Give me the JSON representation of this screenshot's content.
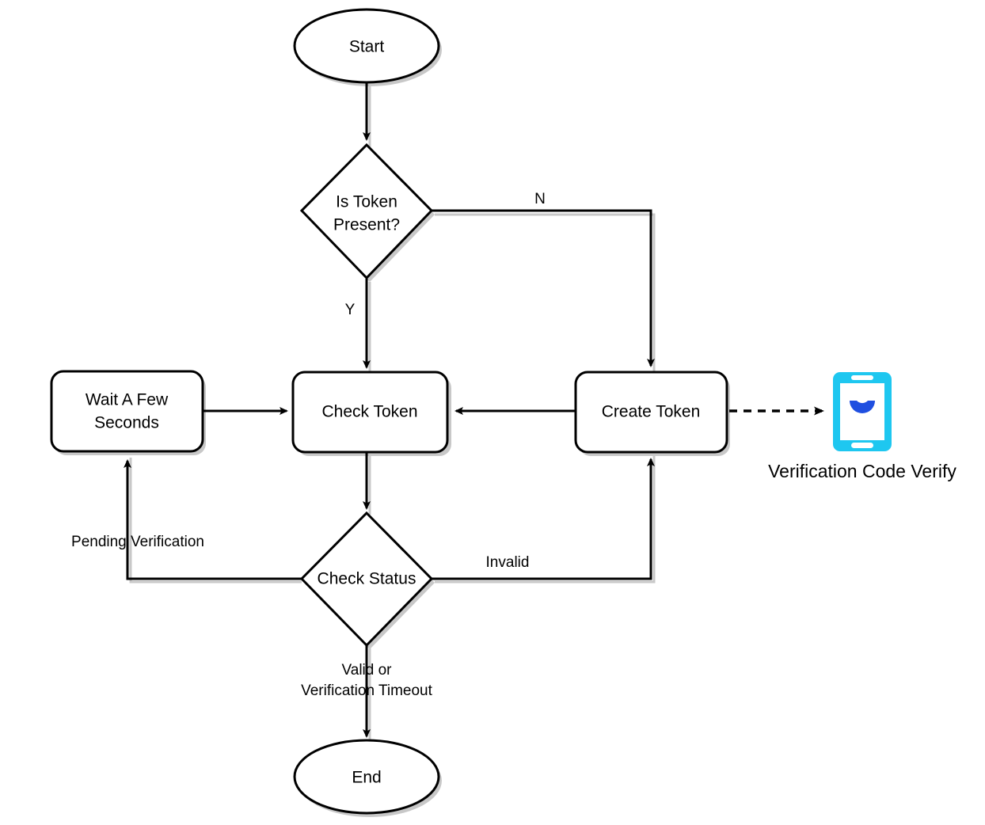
{
  "diagram": {
    "title": "Token Verification Flowchart",
    "background_color": "#ffffff",
    "stroke_color": "#000000",
    "shadow_color": "#c8c8c8",
    "nodes": {
      "start": {
        "label": "Start",
        "shape": "ellipse"
      },
      "is_token_present": {
        "label_line1": "Is Token",
        "label_line2": "Present?",
        "shape": "diamond"
      },
      "wait_a_few_seconds": {
        "label_line1": "Wait A Few",
        "label_line2": "Seconds",
        "shape": "rounded-rect"
      },
      "check_token": {
        "label": "Check Token",
        "shape": "rounded-rect"
      },
      "create_token": {
        "label": "Create Token",
        "shape": "rounded-rect"
      },
      "check_status": {
        "label": "Check Status",
        "shape": "diamond"
      },
      "end": {
        "label": "End",
        "shape": "ellipse"
      }
    },
    "edge_labels": {
      "token_present_no": "N",
      "token_present_yes": "Y",
      "status_invalid": "Invalid",
      "status_pending": "Pending Verification",
      "status_valid_line1": "Valid or",
      "status_valid_line2": "Verification Timeout"
    },
    "external": {
      "phone_caption": "Verification Code Verify",
      "phone_body_color": "#1ec7f0",
      "phone_screen_color": "#ffffff",
      "phone_smile_color": "#1f4fe0"
    }
  }
}
